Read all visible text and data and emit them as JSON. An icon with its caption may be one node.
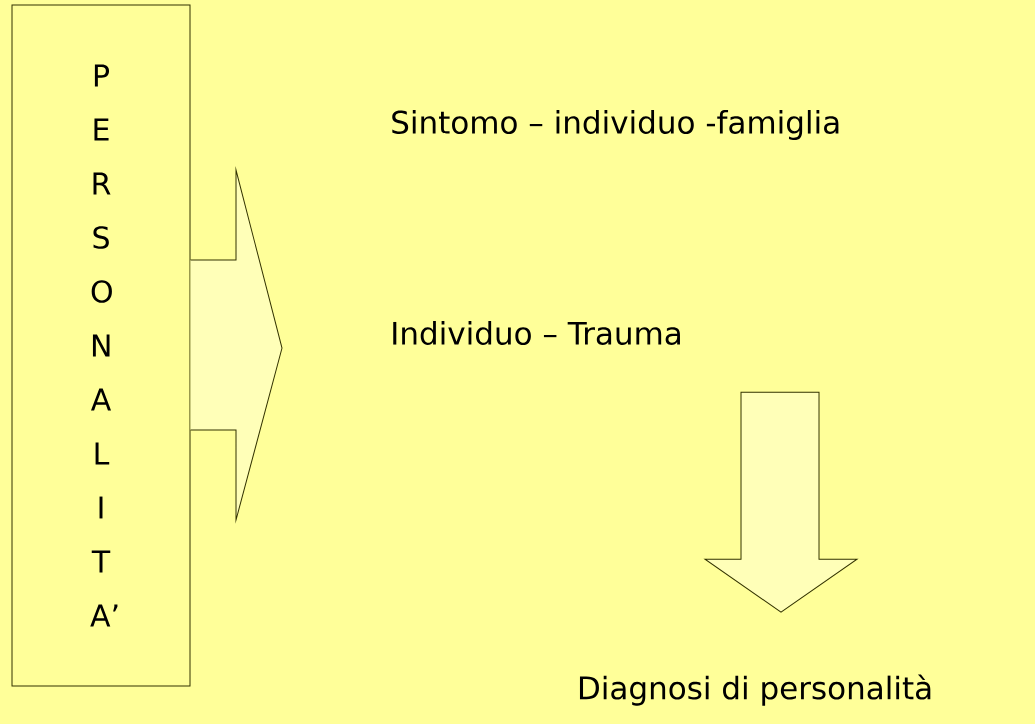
{
  "diagram": {
    "nodes": [
      {
        "text": [
          "P E R S O N A L I T A’"
        ]
      },
      {
        "text": [
          "Sintomo – individuo -famiglia"
        ]
      },
      {
        "text": [
          "Individuo – Trauma"
        ]
      },
      {
        "text": [
          "Diagnosi di personalità"
        ]
      }
    ],
    "edges": [
      {
        "from": 0,
        "to": 2,
        "arrow": "to"
      },
      {
        "from": 2,
        "to": 3,
        "arrow": "to"
      }
    ]
  }
}
